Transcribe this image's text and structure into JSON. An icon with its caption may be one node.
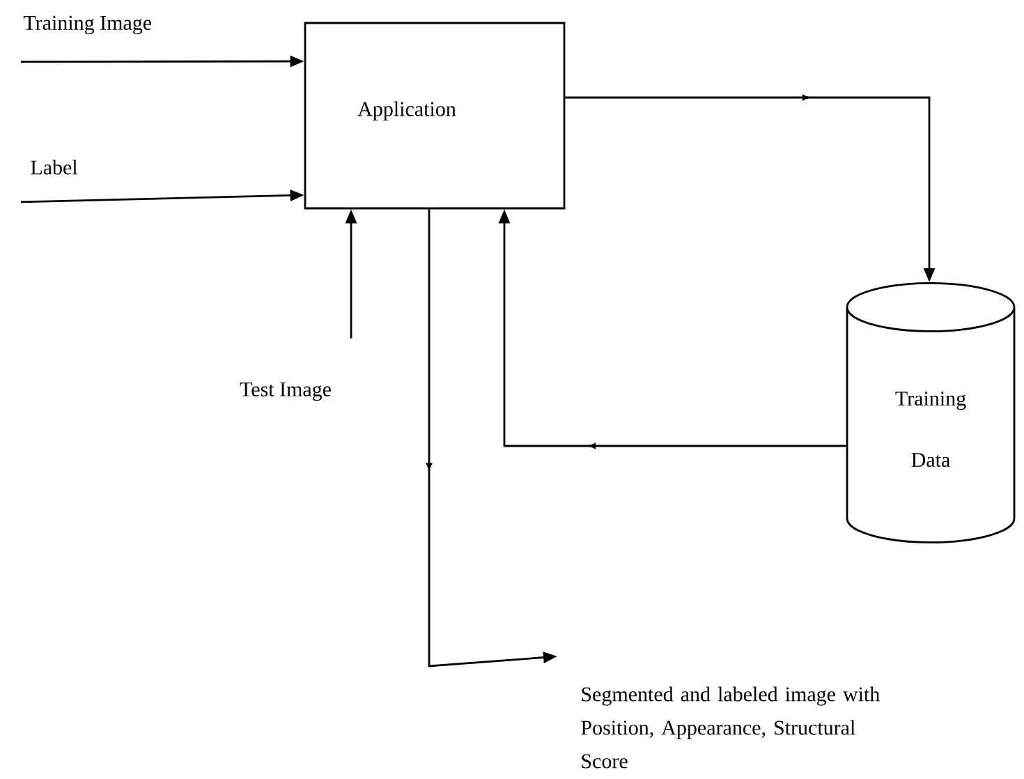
{
  "diagram": {
    "nodes": [
      {
        "text": [
          "Training Image"
        ]
      },
      {
        "text": [
          "Label"
        ]
      },
      {
        "text": [
          "Application"
        ]
      },
      {
        "text": [
          "Test Image"
        ]
      },
      {
        "text": [
          "Training Data"
        ]
      },
      {
        "text": [
          "Segmented and labeled image with Position, Appearance, Structural Score"
        ]
      }
    ],
    "edges": [
      {
        "from": 0,
        "to": 2,
        "arrow": "to"
      },
      {
        "from": 1,
        "to": 2,
        "arrow": "to"
      },
      {
        "from": 3,
        "to": 2,
        "arrow": "to"
      },
      {
        "from": 2,
        "to": 4,
        "arrow": "to"
      },
      {
        "from": 4,
        "to": 2,
        "arrow": "to"
      },
      {
        "from": 2,
        "to": 5,
        "arrow": "to"
      }
    ]
  }
}
